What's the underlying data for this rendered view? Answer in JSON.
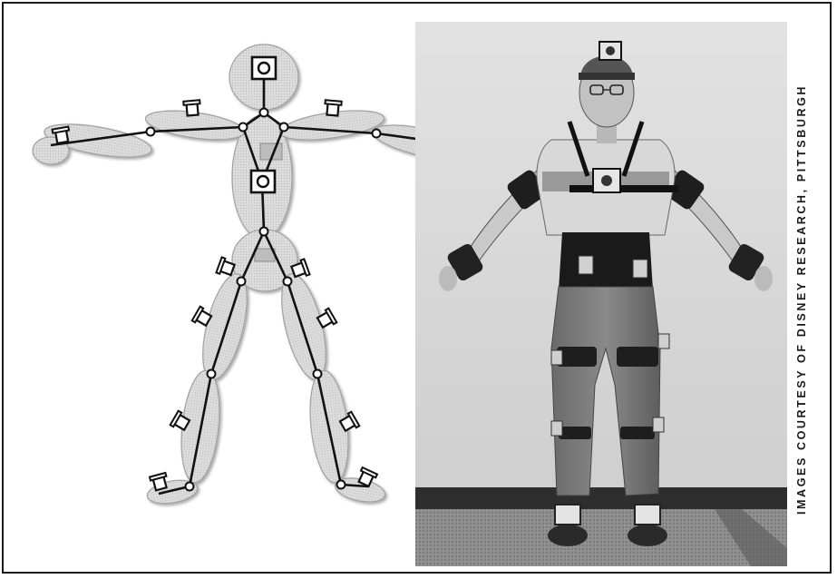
{
  "credit": {
    "text": "IMAGES COURTESY OF DISNEY RESEARCH, PITTSBURGH"
  },
  "diagram": {
    "description_role": "body-mounted camera skeleton",
    "segment_fill": "#d8d8d8",
    "segment_stroke": "#9a9a9a",
    "bone_color": "#111111",
    "camera_color": "#111111"
  },
  "photo": {
    "role": "person wearing body-mounted cameras",
    "wall_color": "#dcdcdc",
    "carpet_color": "#8c8c8c"
  }
}
